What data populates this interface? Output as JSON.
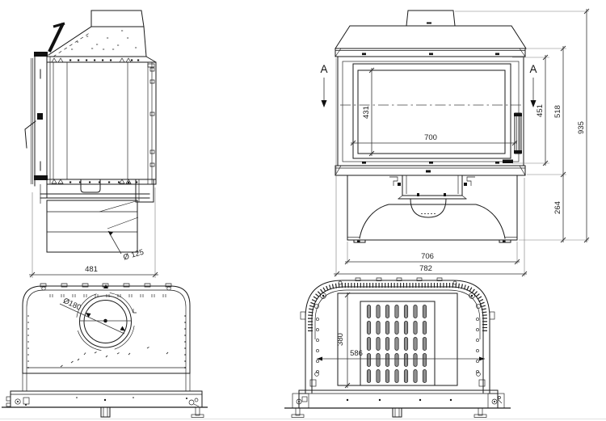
{
  "colors": {
    "line": "#1a1a1a",
    "background": "#ffffff",
    "slot_fill": "#8f8f8f"
  },
  "dims": {
    "side": {
      "depth": "481",
      "inlet": "Ø 125"
    },
    "front": {
      "glass_h": "431",
      "glass_w": "700",
      "door_h": "451",
      "body_h": "518",
      "total_h": "935",
      "base_h": "264",
      "base_w": "706",
      "total_w": "782",
      "section": "A"
    },
    "top": {
      "flue": "Ø180"
    },
    "rear": {
      "panel_h": "380",
      "panel_w": "586"
    }
  }
}
